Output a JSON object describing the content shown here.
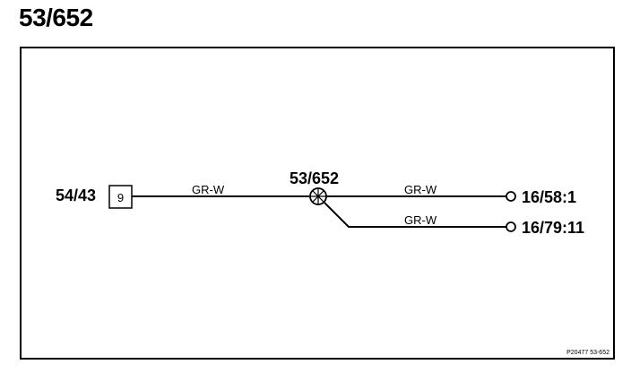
{
  "title": "53/652",
  "diagram": {
    "source_connector": {
      "id": "54/43",
      "pin": "9"
    },
    "splice": {
      "id": "53/652"
    },
    "wires": [
      {
        "color_code": "GR-W",
        "from": "54/43:9",
        "to": "53/652"
      },
      {
        "color_code": "GR-W",
        "from": "53/652",
        "to": "16/58:1"
      },
      {
        "color_code": "GR-W",
        "from": "53/652",
        "to": "16/79:11"
      }
    ],
    "endpoints": [
      {
        "id": "16/58:1"
      },
      {
        "id": "16/79:11"
      }
    ],
    "reference": "P20477  53-652"
  },
  "colors": {
    "line": "#000000",
    "background": "#ffffff"
  }
}
